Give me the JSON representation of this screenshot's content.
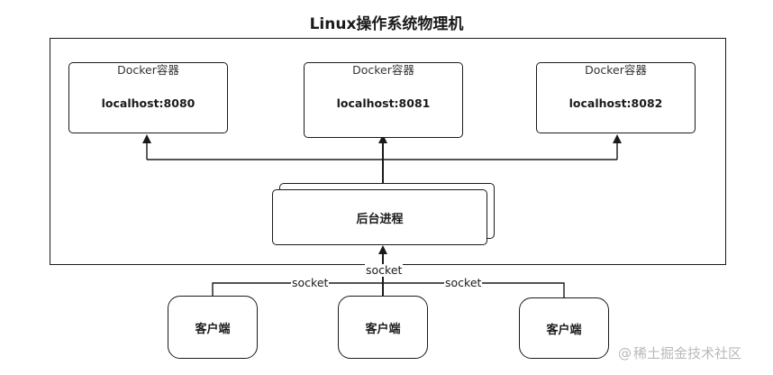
{
  "title": "Linux操作系统物理机",
  "containers": [
    {
      "label": "Docker容器",
      "address": "localhost:8080"
    },
    {
      "label": "Docker容器",
      "address": "localhost:8081"
    },
    {
      "label": "Docker容器",
      "address": "localhost:8082"
    }
  ],
  "backend": {
    "label": "后台进程"
  },
  "clients": [
    {
      "label": "客户端"
    },
    {
      "label": "客户端"
    },
    {
      "label": "客户端"
    }
  ],
  "edges": {
    "socket_left": "socket",
    "socket_center": "socket",
    "socket_right": "socket"
  },
  "watermark": {
    "text": "稀土掘金技术社区",
    "at": "@"
  }
}
